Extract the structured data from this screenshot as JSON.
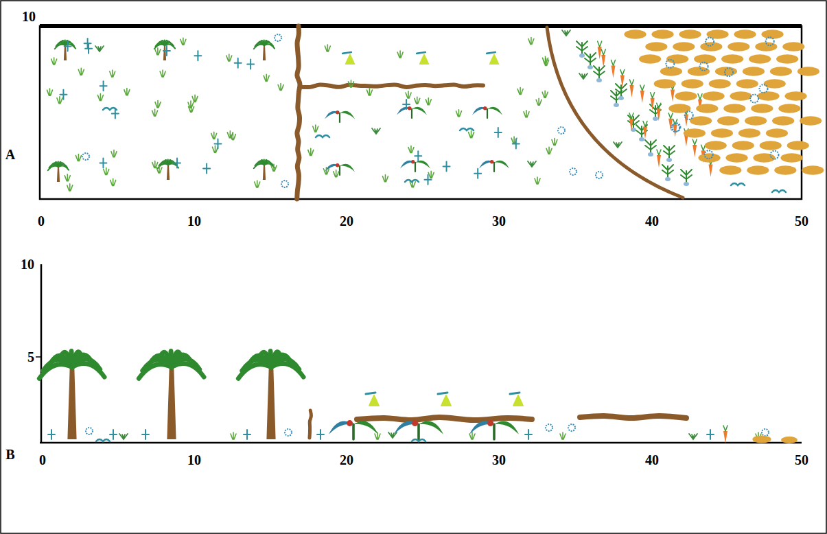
{
  "diagram": {
    "labels": [
      "10",
      "A",
      "0",
      "10",
      "20",
      "30",
      "40",
      "50",
      "10",
      "5",
      "B",
      "0",
      "10",
      "20",
      "30",
      "40",
      "50"
    ]
  }
}
